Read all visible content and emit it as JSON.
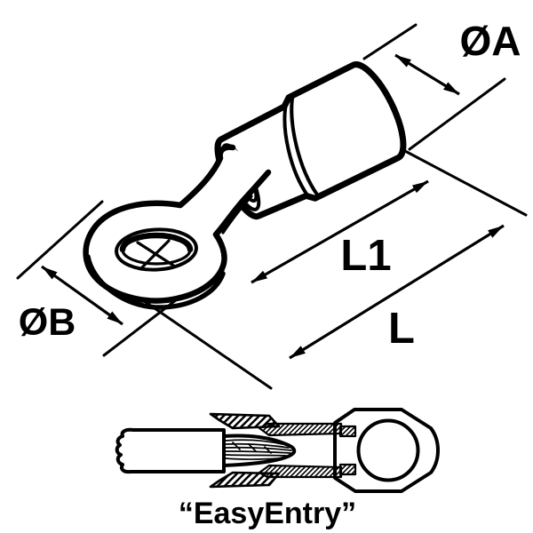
{
  "figure": {
    "labels": {
      "dia_a": "ØA",
      "dia_b": "ØB",
      "length_inner": "L1",
      "length_overall": "L"
    },
    "caption": "“EasyEntry”",
    "colors": {
      "ink": "#000000",
      "paper": "#ffffff"
    }
  }
}
